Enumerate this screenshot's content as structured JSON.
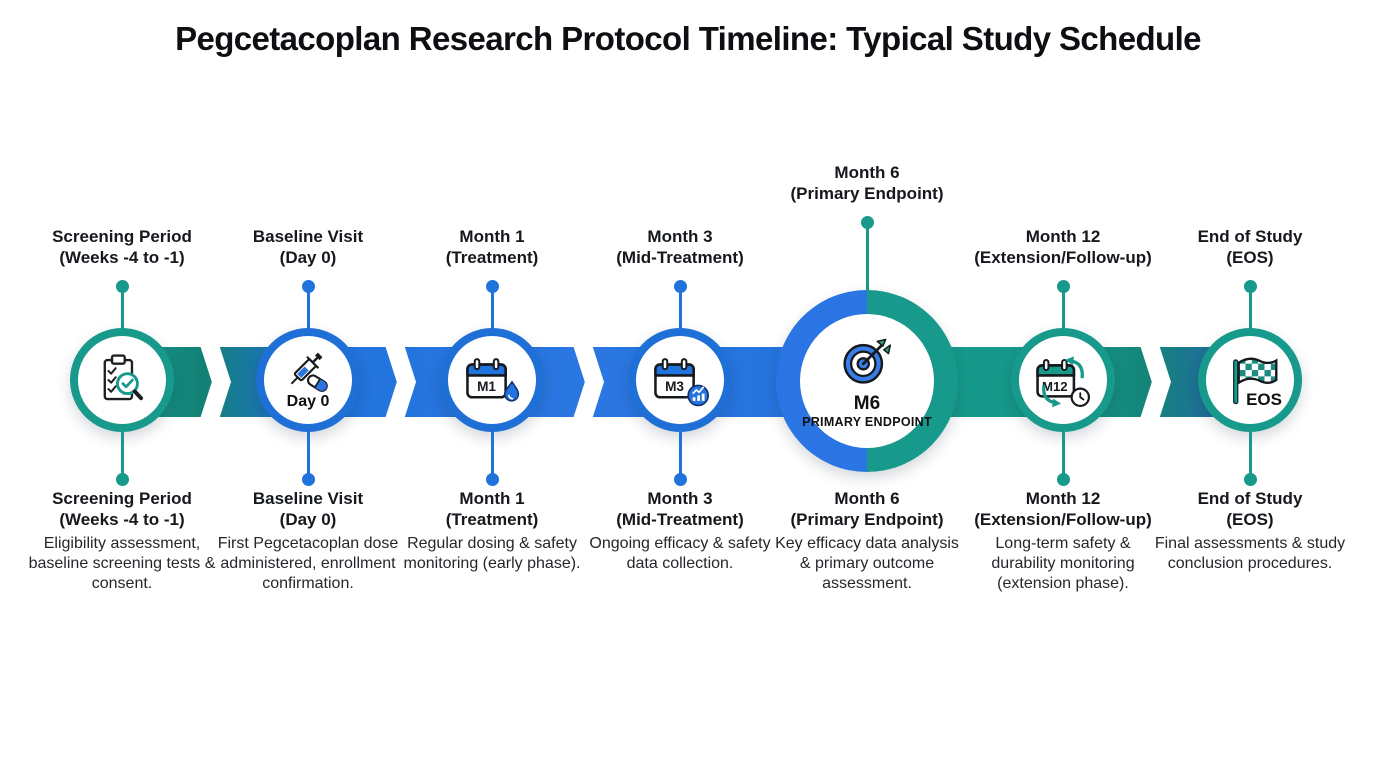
{
  "title": "Pegcetacoplan Research Protocol Timeline: Typical Study Schedule",
  "colors": {
    "teal": "#17998B",
    "blue": "#2173DC",
    "big_circle_blue": "#2B74E3",
    "text": "#15181C"
  },
  "nodes": [
    {
      "id": "screening",
      "top_line1": "Screening Period",
      "top_line2": "(Weeks -4 to -1)",
      "title_line1": "Screening Period",
      "title_line2": "(Weeks -4 to -1)",
      "description": "Eligibility assessment, baseline screening tests & consent.",
      "icon": "clipboard-checklist-magnifier-icon",
      "badge": ""
    },
    {
      "id": "baseline",
      "top_line1": "Baseline Visit",
      "top_line2": "(Day 0)",
      "title_line1": "Baseline Visit",
      "title_line2": "(Day 0)",
      "description": "First Pegcetacoplan dose administered, enrollment confirmation.",
      "icon": "syringe-capsule-icon",
      "badge": "Day 0"
    },
    {
      "id": "month1",
      "top_line1": "Month 1",
      "top_line2": "(Treatment)",
      "title_line1": "Month 1",
      "title_line2": "(Treatment)",
      "description": "Regular dosing & safety monitoring (early phase).",
      "icon": "calendar-droplet-icon",
      "badge": "M1"
    },
    {
      "id": "month3",
      "top_line1": "Month 3",
      "top_line2": "(Mid-Treatment)",
      "title_line1": "Month 3",
      "title_line2": "(Mid-Treatment)",
      "description": "Ongoing efficacy & safety data collection.",
      "icon": "calendar-chart-icon",
      "badge": "M3"
    },
    {
      "id": "month6",
      "top_line1": "Month 6",
      "top_line2": "(Primary Endpoint)",
      "title_line1": "Month 6",
      "title_line2": "(Primary Endpoint)",
      "description": "Key efficacy data analysis & primary outcome assessment.",
      "icon": "target-dart-icon",
      "badge": "M6",
      "badge_sub": "PRIMARY ENDPOINT"
    },
    {
      "id": "month12",
      "top_line1": "Month 12",
      "top_line2": "(Extension/Follow-up)",
      "title_line1": "Month 12",
      "title_line2": "(Extension/Follow-up)",
      "description": "Long-term safety & durability monitoring (extension phase).",
      "icon": "calendar-refresh-clock-icon",
      "badge": "M12"
    },
    {
      "id": "eos",
      "top_line1": "End of Study",
      "top_line2": "(EOS)",
      "title_line1": "End of Study",
      "title_line2": "(EOS)",
      "description": "Final assessments & study conclusion procedures.",
      "icon": "checkered-flag-icon",
      "badge": "EOS"
    }
  ]
}
